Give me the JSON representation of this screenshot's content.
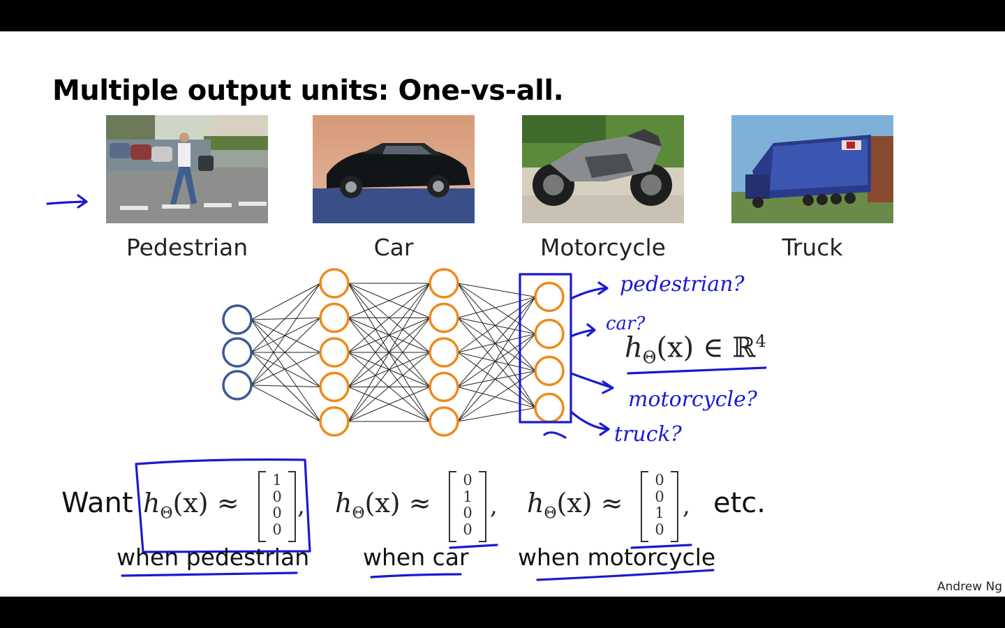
{
  "slide": {
    "title": "Multiple output units: One-vs-all.",
    "author": "Andrew Ng"
  },
  "images": [
    {
      "caption": "Pedestrian"
    },
    {
      "caption": "Car"
    },
    {
      "caption": "Motorcycle"
    },
    {
      "caption": "Truck"
    }
  ],
  "network": {
    "layers": [
      3,
      5,
      5,
      4
    ],
    "input_color": "#3a5a98",
    "hidden_color": "#ee8a1a",
    "edge_color": "#222222"
  },
  "annotations": {
    "pedestrian": "pedestrian?",
    "car": "car?",
    "motorcycle": "motorcycle?",
    "truck": "truck?",
    "ink_color": "#1a1ad0"
  },
  "hypothesis": {
    "lhs": "h",
    "sub": "Θ",
    "arg": "(x)",
    "in": "∈",
    "space": "ℝ",
    "power": "4"
  },
  "want": {
    "label": "Want",
    "etc": "etc.",
    "approx": "≈",
    "vectors": [
      {
        "values": "1\n0\n0\n0",
        "when": "when pedestrian"
      },
      {
        "values": "0\n1\n0\n0",
        "when": "when car"
      },
      {
        "values": "0\n0\n1\n0",
        "when": "when motorcycle"
      }
    ]
  }
}
